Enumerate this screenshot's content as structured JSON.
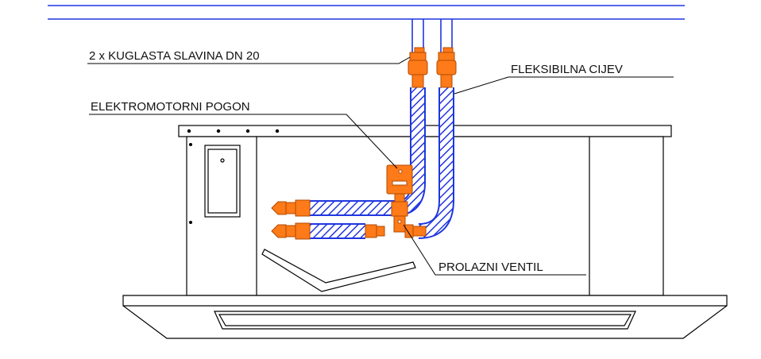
{
  "labels": {
    "ball_valves": "2 x KUGLASTA SLAVINA DN 20",
    "flexible_hose": "FLEKSIBILNA CIJEV",
    "actuator": "ELEKTROMOTORNI POGON",
    "through_valve": "PROLAZNI VENTIL"
  },
  "colors": {
    "pipe_blue": "#1f36e0",
    "fitting_orange": "#ff7a18",
    "outline": "#000000",
    "background": "#ffffff"
  }
}
